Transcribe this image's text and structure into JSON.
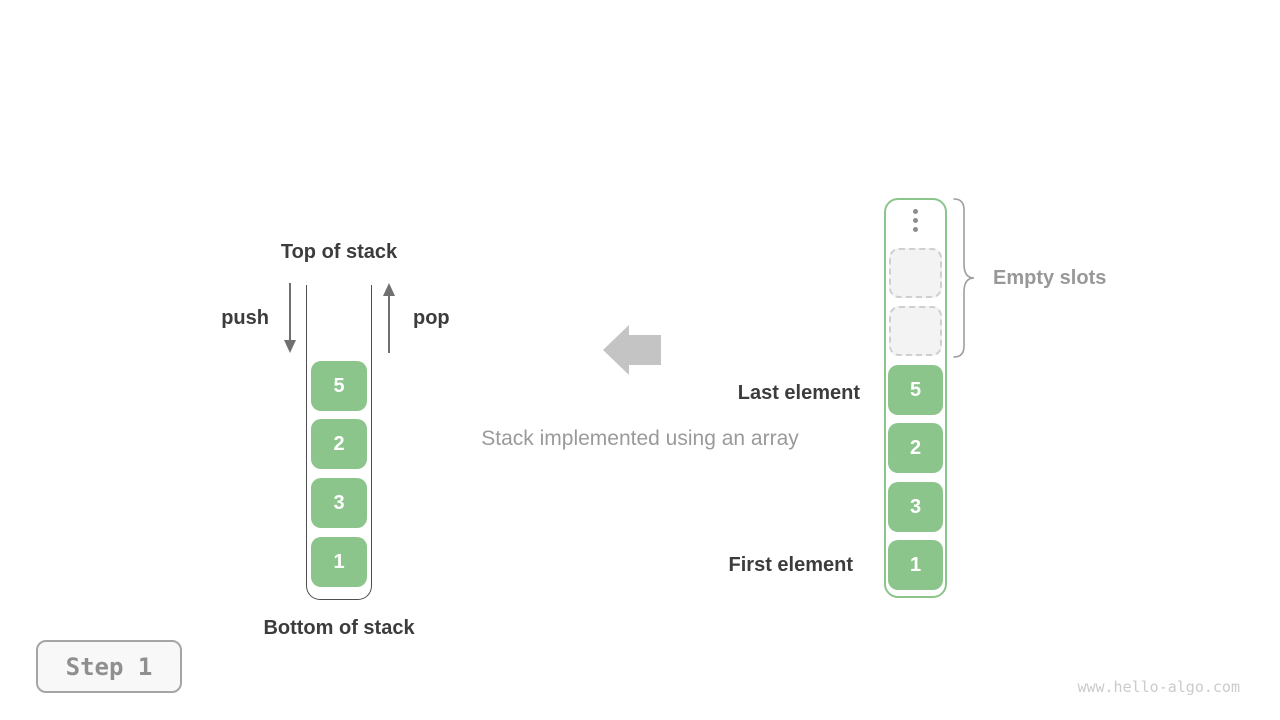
{
  "stack_view": {
    "top_label": "Top of stack",
    "bottom_label": "Bottom of stack",
    "push_label": "push",
    "pop_label": "pop",
    "elements": [
      "5",
      "2",
      "3",
      "1"
    ]
  },
  "caption": "Stack implemented using an array",
  "array_view": {
    "empty_slots_label": "Empty slots",
    "last_element_label": "Last element",
    "first_element_label": "First element",
    "empty_slot_count": 2,
    "elements": [
      "5",
      "2",
      "3",
      "1"
    ]
  },
  "step_badge": {
    "label": "Step 1"
  },
  "watermark": "www.hello-algo.com",
  "icons": {
    "more_items": "vertical-ellipsis",
    "push_direction": "arrow-down",
    "pop_direction": "arrow-up",
    "transform_direction": "block-arrow-left",
    "empty_slots_grouping": "curly-brace-right"
  },
  "colors": {
    "element_green": "#8CC58C",
    "dark_text": "#3C3C3C",
    "gray_text": "#9A9A9A",
    "arrow_gray": "#707070",
    "block_arrow_gray": "#C4C4C4",
    "empty_slot_fill": "#F3F3F3",
    "empty_slot_border": "#CFCFCF",
    "stack_wall": "#4F4F4F",
    "watermark_gray": "#CBCBCB"
  }
}
